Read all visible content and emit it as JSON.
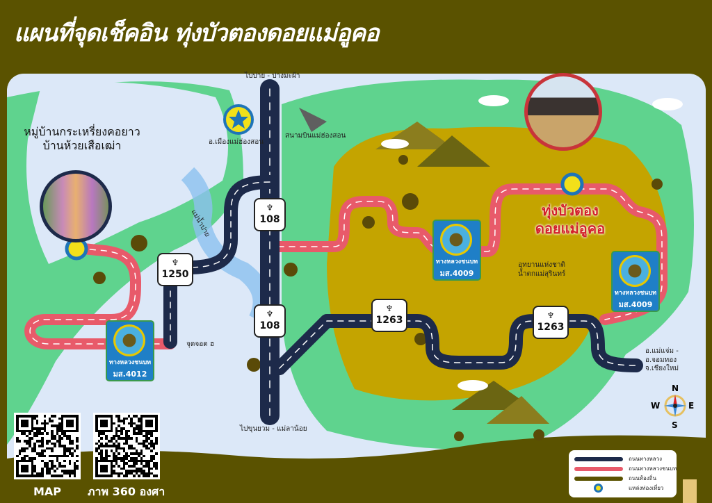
{
  "header": {
    "title": "แผนที่จุดเช็คอิน ทุ่งบัวตองดอยแม่อูคอ"
  },
  "labels": {
    "north_road": "ไปปาย - ปางมะผ้า",
    "south_road": "ไปขุนยวม - แม่ลาน้อย",
    "city": "อ.เมืองแม่ฮ่องสอน",
    "airport": "สนามบินแม่ฮ่องสอน",
    "river": "แม่น้ำปาย",
    "helipad": "จุดจอด ฮ",
    "village_line1": "หมู่บ้านกระเหรี่ยงคอยาว",
    "village_line2": "บ้านห้วยเสือเฒ่า",
    "destination_line1": "ทุ่งบัวตอง",
    "destination_line2": "ดอยแม่อูคอ",
    "park_line1": "อุทยานแห่งชาติ",
    "park_line2": "น้ำตกแม่สุรินทร์",
    "east_line1": "อ.แม่แจ่ม -",
    "east_line2": "อ.จอมทอง",
    "east_line3": "จ.เชียงใหม่"
  },
  "shields": [
    {
      "number": "108"
    },
    {
      "number": "108"
    },
    {
      "number": "1250"
    },
    {
      "number": "1263"
    },
    {
      "number": "1263"
    }
  ],
  "rural_signs": [
    {
      "line1": "ทางหลวงชนบท",
      "line2": "มส.4012"
    },
    {
      "line1": "ทางหลวงชนบท",
      "line2": "มส.4009"
    },
    {
      "line1": "ทางหลวงชนบท",
      "line2": "มส.4009"
    }
  ],
  "compass": {
    "n": "N",
    "s": "S",
    "e": "E",
    "w": "W"
  },
  "qr": [
    {
      "label": "MAP"
    },
    {
      "label": "ภาพ 360 องศา"
    }
  ],
  "legend": [
    {
      "label": "ถนนทางหลวง",
      "color": "#1d2a4a"
    },
    {
      "label": "ถนนทางหลวงชนบท",
      "color": "#e85a6a"
    },
    {
      "label": "ถนนท้องถิ่น",
      "color": "#5a5200"
    },
    {
      "label": "แหล่งท่องเที่ยว",
      "color": "#f2e01a"
    }
  ],
  "colors": {
    "header": "#5a5200",
    "water": "#dce8f8",
    "green": "#5fd38e",
    "olive": "#c4a400",
    "highway": "#1d2a4a",
    "rural": "#e85a6a"
  }
}
